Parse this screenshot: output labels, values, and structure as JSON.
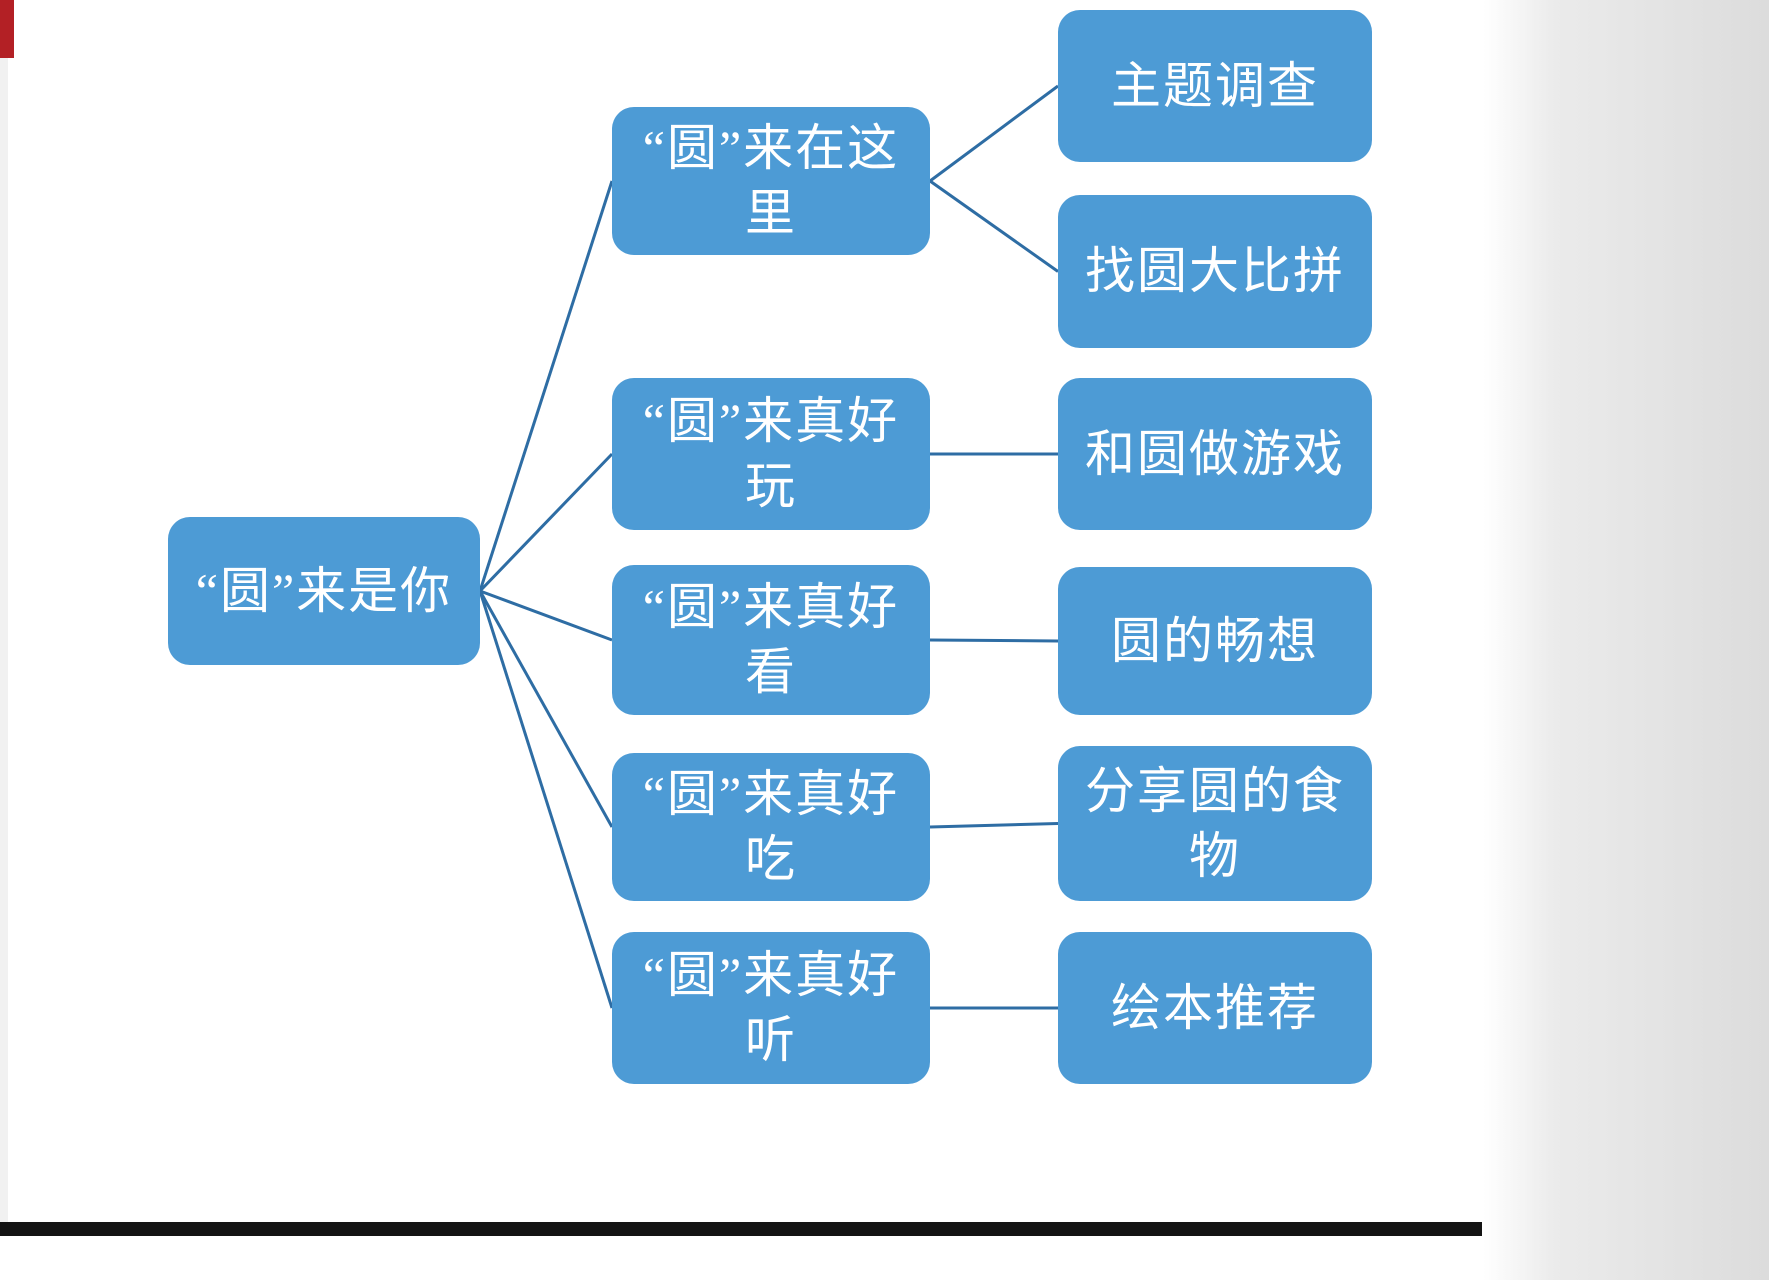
{
  "page": {
    "bottom_bar_color": "#141414",
    "corner_mark_color": "#B32025"
  },
  "diagram": {
    "node_fill": "#4D9BD5",
    "node_text_color": "#FFFFFF",
    "line_color": "#2E6DA4",
    "root": {
      "id": "root",
      "label": "“圆”来是你"
    },
    "level1": [
      {
        "id": "m1",
        "label": "“圆”来在这\n里"
      },
      {
        "id": "m2",
        "label": "“圆”来真好\n玩"
      },
      {
        "id": "m3",
        "label": "“圆”来真好\n看"
      },
      {
        "id": "m4",
        "label": "“圆”来真好\n吃"
      },
      {
        "id": "m5",
        "label": "“圆”来真好\n听"
      }
    ],
    "level2": [
      {
        "id": "r1",
        "label": "主题调查"
      },
      {
        "id": "r2",
        "label": "找圆大比拼"
      },
      {
        "id": "r3",
        "label": "和圆做游戏"
      },
      {
        "id": "r4",
        "label": "圆的畅想"
      },
      {
        "id": "r5",
        "label": "分享圆的食\n物"
      },
      {
        "id": "r6",
        "label": "绘本推荐"
      }
    ],
    "edges": [
      {
        "from": "root",
        "to": "m1"
      },
      {
        "from": "root",
        "to": "m2"
      },
      {
        "from": "root",
        "to": "m3"
      },
      {
        "from": "root",
        "to": "m4"
      },
      {
        "from": "root",
        "to": "m5"
      },
      {
        "from": "m1",
        "to": "r1"
      },
      {
        "from": "m1",
        "to": "r2"
      },
      {
        "from": "m2",
        "to": "r3"
      },
      {
        "from": "m3",
        "to": "r4"
      },
      {
        "from": "m4",
        "to": "r5"
      },
      {
        "from": "m5",
        "to": "r6"
      }
    ]
  }
}
